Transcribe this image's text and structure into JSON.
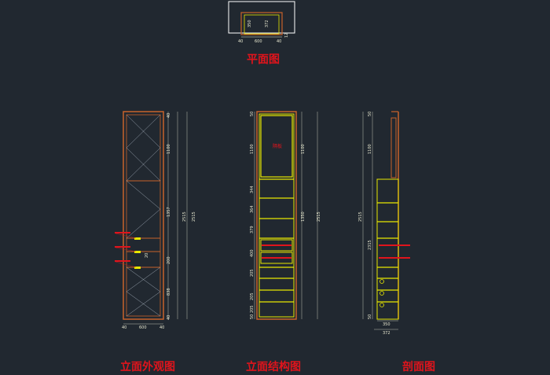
{
  "titles": {
    "plan": "平面图",
    "front_elevation": "立面外观图",
    "structure_elevation": "立面结构图",
    "section": "剖面图"
  },
  "plan_dims": {
    "width": "600",
    "side_left": "40",
    "side_right": "40",
    "depth_a": "350",
    "depth_b": "372",
    "gap": "12"
  },
  "front_dims": {
    "segments": [
      "1100",
      "1357",
      "200",
      "838",
      "40"
    ],
    "top": "40",
    "mid_small": "20",
    "total_a": "2515",
    "total_b": "2515",
    "bottom_width": "600",
    "bottom_left": "40",
    "bottom_right": "40"
  },
  "structure_dims": {
    "left_segments": [
      "50",
      "1100",
      "344",
      "364",
      "379",
      "400",
      "205",
      "205",
      "205",
      "50"
    ],
    "mid_segments": [
      "1100",
      "1350"
    ],
    "total": "2515",
    "door_label": "隔板"
  },
  "section_dims": {
    "left_segments": [
      "50",
      "1100",
      "2315",
      "50"
    ],
    "total": "2515",
    "bottom_a": "350",
    "bottom_b": "372"
  },
  "colors": {
    "background": "#212830",
    "frame": "#c8622a",
    "structure": "#e8e800",
    "dimension": "#e8e8d0",
    "title": "#e0141c"
  }
}
